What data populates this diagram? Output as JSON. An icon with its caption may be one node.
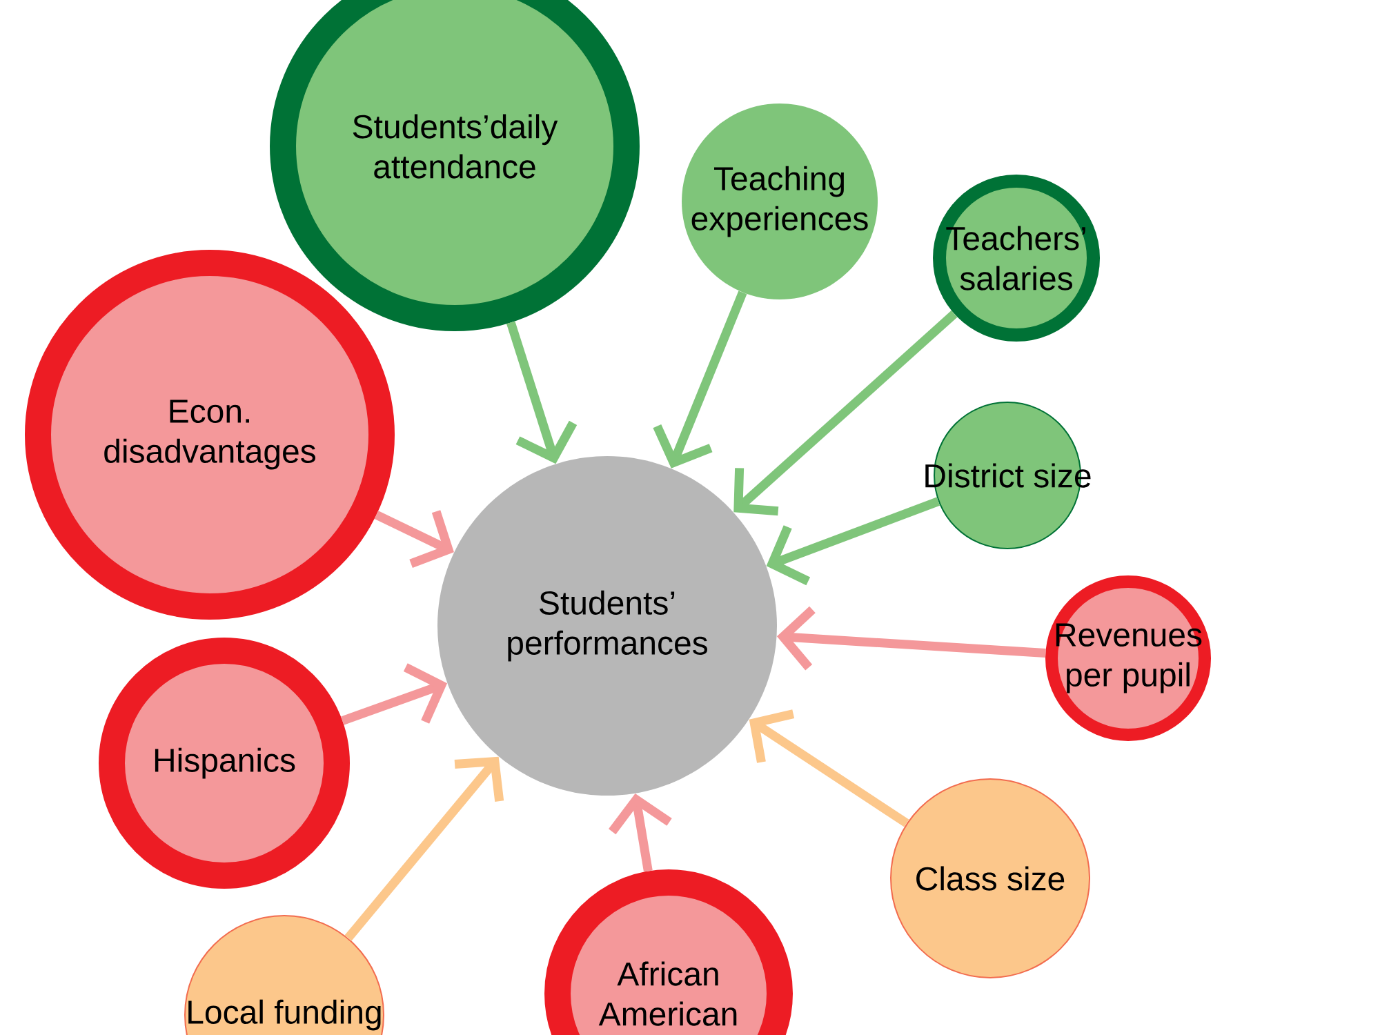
{
  "diagram": {
    "nodes": [
      {
        "text": [
          "Students’ performances"
        ]
      },
      {
        "text": [
          "Students’daily attendance"
        ]
      },
      {
        "text": [
          "Teaching experiences"
        ]
      },
      {
        "text": [
          "Teachers’ salaries"
        ]
      },
      {
        "text": [
          "District size"
        ]
      },
      {
        "text": [
          "Econ. disadvantages"
        ]
      },
      {
        "text": [
          "Revenues per pupil"
        ]
      },
      {
        "text": [
          "Hispanics"
        ]
      },
      {
        "text": [
          "Class size"
        ]
      },
      {
        "text": [
          "Local funding"
        ]
      },
      {
        "text": [
          "African American"
        ]
      }
    ],
    "edges": [
      {
        "from": 1,
        "to": 0,
        "arrow": "to",
        "color": "#7fc57a"
      },
      {
        "from": 2,
        "to": 0,
        "arrow": "to",
        "color": "#7fc57a"
      },
      {
        "from": 3,
        "to": 0,
        "arrow": "to",
        "color": "#7fc57a"
      },
      {
        "from": 4,
        "to": 0,
        "arrow": "to",
        "color": "#7fc57a"
      },
      {
        "from": 5,
        "to": 0,
        "arrow": "to",
        "color": "#f4989a"
      },
      {
        "from": 6,
        "to": 0,
        "arrow": "to",
        "color": "#f4989a"
      },
      {
        "from": 7,
        "to": 0,
        "arrow": "to",
        "color": "#f4989a"
      },
      {
        "from": 8,
        "to": 0,
        "arrow": "to",
        "color": "#fcc78b"
      },
      {
        "from": 9,
        "to": 0,
        "arrow": "to",
        "color": "#fcc78b"
      },
      {
        "from": 10,
        "to": 0,
        "arrow": "to",
        "color": "#f4989a"
      }
    ]
  }
}
